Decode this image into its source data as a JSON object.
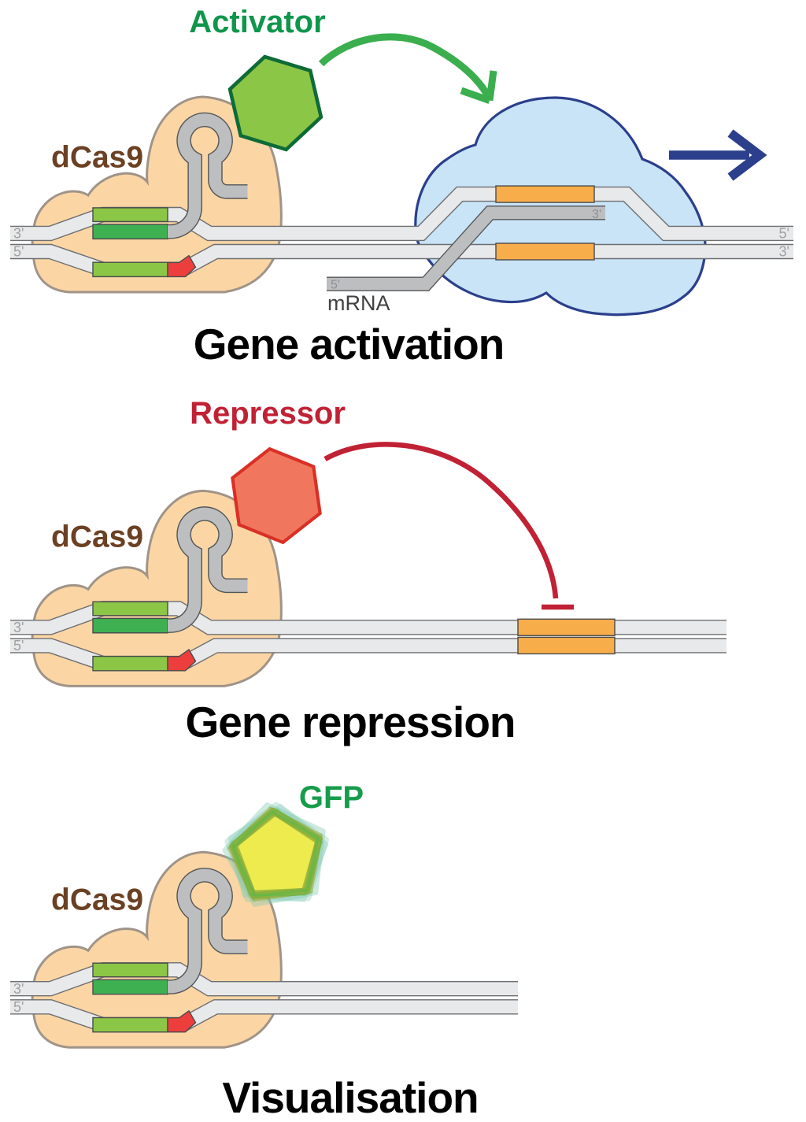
{
  "figure": {
    "description": "dCas9 applications diagram",
    "panels": [
      {
        "id": "gene-activation",
        "title": "Gene activation",
        "protein_label": "dCas9",
        "effector_label": "Activator",
        "dna_left_top_end": "3'",
        "dna_left_bottom_end": "5'",
        "dna_right_top_end": "5'",
        "dna_right_bottom_end": "3'",
        "mrna_label": "mRNA",
        "mrna_five_prime": "5'",
        "mrna_three_prime": "3'"
      },
      {
        "id": "gene-repression",
        "title": "Gene repression",
        "protein_label": "dCas9",
        "effector_label": "Repressor",
        "dna_left_top_end": "3'",
        "dna_left_bottom_end": "5'"
      },
      {
        "id": "visualisation",
        "title": "Visualisation",
        "protein_label": "dCas9",
        "effector_label": "GFP",
        "dna_left_top_end": "3'",
        "dna_left_bottom_end": "5'"
      }
    ],
    "shared": {
      "dna_left_top_end": "3'",
      "dna_left_bottom_end": "5'"
    },
    "colors": {
      "protein-fill": "#FBD6A4",
      "protein-stroke": "#A09489",
      "dna-fill": "#E8E9EA",
      "dna-stroke": "#6D6E71",
      "rna-fill": "#BCBEC0",
      "rna-stroke": "#545557",
      "mrna-fill": "#BCBEC0",
      "green-light": "#8CC646",
      "green-dark": "#3FB051",
      "red": "#EC3F3D",
      "orange": "#F8AD4B",
      "block-stroke": "#4A4B4D",
      "cloud-fill": "#C9E3F7",
      "cloud-stroke": "#2B3F8C",
      "blue": "#2B3F8C",
      "arrow-green": "#3BAE4E",
      "activator-fill": "#8CC646",
      "activator-stroke": "#0E6B38",
      "activator-text": "#0F964B",
      "repressor-fill": "#F0775D",
      "repressor-stroke": "#D93026",
      "repressor-text": "#C12134",
      "gfp-text": "#169C4B",
      "gfp-yellow": "#EDEB4E",
      "gfp-olive": "#8CAE3C",
      "gfp-green": "#55B948",
      "gfp-teal": "#7BC8AF",
      "dcas9-text": "#6B4023",
      "title": "#000000",
      "endlabel": "#9EA0A3",
      "mrna-text": "#414143",
      "mrna-label": "#8E9093"
    }
  }
}
